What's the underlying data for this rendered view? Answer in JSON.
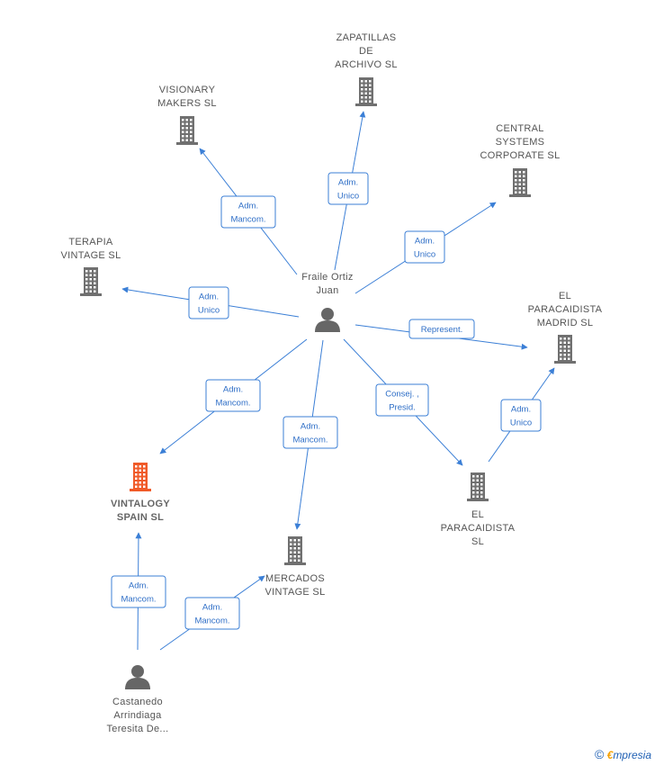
{
  "colors": {
    "edge": "#3b7fd6",
    "building": "#707070",
    "building_main": "#f05a28",
    "person": "#666666"
  },
  "nodes": [
    {
      "id": "zapatillas",
      "kind": "company",
      "lines": [
        "ZAPATILLAS",
        "DE",
        "ARCHIVO  SL"
      ]
    },
    {
      "id": "visionary",
      "kind": "company",
      "lines": [
        "VISIONARY",
        "MAKERS SL"
      ]
    },
    {
      "id": "central",
      "kind": "company",
      "lines": [
        "CENTRAL",
        "SYSTEMS",
        "CORPORATE SL"
      ]
    },
    {
      "id": "terapia",
      "kind": "company",
      "lines": [
        "TERAPIA",
        "VINTAGE  SL"
      ]
    },
    {
      "id": "paracaidista_madrid",
      "kind": "company",
      "lines": [
        "EL",
        "PARACAIDISTA",
        "MADRID  SL"
      ]
    },
    {
      "id": "vintalogy",
      "kind": "company_main",
      "lines": [
        "VINTALOGY",
        "SPAIN  SL"
      ]
    },
    {
      "id": "mercados",
      "kind": "company",
      "lines": [
        "MERCADOS",
        "VINTAGE SL"
      ]
    },
    {
      "id": "paracaidista",
      "kind": "company",
      "lines": [
        "EL",
        "PARACAIDISTA",
        "SL"
      ]
    },
    {
      "id": "fraile",
      "kind": "person",
      "lines": [
        "Fraile Ortiz",
        "Juan"
      ]
    },
    {
      "id": "castanedo",
      "kind": "person",
      "lines": [
        "Castanedo",
        "Arrindiaga",
        "Teresita De..."
      ]
    }
  ],
  "edges": [
    {
      "from": "fraile",
      "to": "zapatillas",
      "label": [
        "Adm.",
        "Unico"
      ]
    },
    {
      "from": "fraile",
      "to": "visionary",
      "label": [
        "Adm.",
        "Mancom."
      ]
    },
    {
      "from": "fraile",
      "to": "central",
      "label": [
        "Adm.",
        "Unico"
      ]
    },
    {
      "from": "fraile",
      "to": "terapia",
      "label": [
        "Adm.",
        "Unico"
      ]
    },
    {
      "from": "fraile",
      "to": "paracaidista_madrid",
      "label": [
        "Represent."
      ]
    },
    {
      "from": "fraile",
      "to": "vintalogy",
      "label": [
        "Adm.",
        "Mancom."
      ]
    },
    {
      "from": "fraile",
      "to": "mercados",
      "label": [
        "Adm.",
        "Mancom."
      ]
    },
    {
      "from": "fraile",
      "to": "paracaidista",
      "label": [
        "Consej. ,",
        "Presid."
      ]
    },
    {
      "from": "paracaidista",
      "to": "paracaidista_madrid",
      "label": [
        "Adm.",
        "Unico"
      ]
    },
    {
      "from": "castanedo",
      "to": "vintalogy",
      "label": [
        "Adm.",
        "Mancom."
      ]
    },
    {
      "from": "castanedo",
      "to": "mercados",
      "label": [
        "Adm.",
        "Mancom."
      ]
    }
  ],
  "footer": {
    "copyright": "©",
    "brand_first": "€",
    "brand_rest": "mpresia"
  }
}
